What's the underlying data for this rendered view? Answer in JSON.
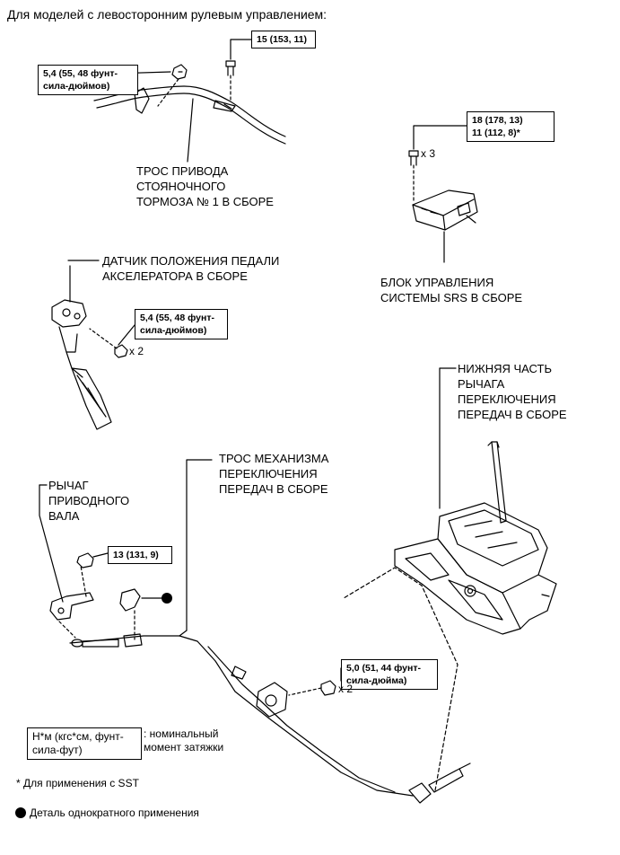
{
  "header": "Для моделей с левосторонним рулевым управлением:",
  "torques": {
    "t1": "15 (153, 11)",
    "t2": "5,4 (55, 48 фунт-\nсила-дюймов)",
    "t3": "18 (178, 13)\n11 (112, 8)*",
    "t4": "5,4 (55, 48 фунт-\nсила-дюймов)",
    "t5": "13 (131, 9)",
    "t6": "5,0 (51, 44 фунт-\nсила-дюйма)"
  },
  "quantities": {
    "q_srs": "x 3",
    "q_pedal": "x 2",
    "q_shift": "x 2"
  },
  "labels": {
    "brake_cable": "ТРОС ПРИВОДА\nСТОЯНОЧНОГО\nТОРМОЗА № 1 В СБОРЕ",
    "srs_unit": "БЛОК УПРАВЛЕНИЯ\nСИСТЕМЫ SRS В СБОРЕ",
    "pedal_sensor": "ДАТЧИК ПОЛОЖЕНИЯ ПЕДАЛИ\nАКСЕЛЕРАТОРА В СБОРЕ",
    "shift_lever": "НИЖНЯЯ ЧАСТЬ\nРЫЧАГА\nПЕРЕКЛЮЧЕНИЯ\nПЕРЕДАЧ В СБОРЕ",
    "shift_cable": "ТРОС МЕХАНИЗМА\nПЕРЕКЛЮЧЕНИЯ\nПЕРЕДАЧ В СБОРЕ",
    "drive_lever": "РЫЧАГ\nПРИВОДНОГО\nВАЛА"
  },
  "legend": {
    "unit_box": "Н*м (кгс*см, фунт-\nсила-фут)",
    "unit_desc": ": номинальный\nмомент затяжки",
    "sst_note": "* Для применения с SST",
    "single_use": "Деталь однократного применения"
  }
}
